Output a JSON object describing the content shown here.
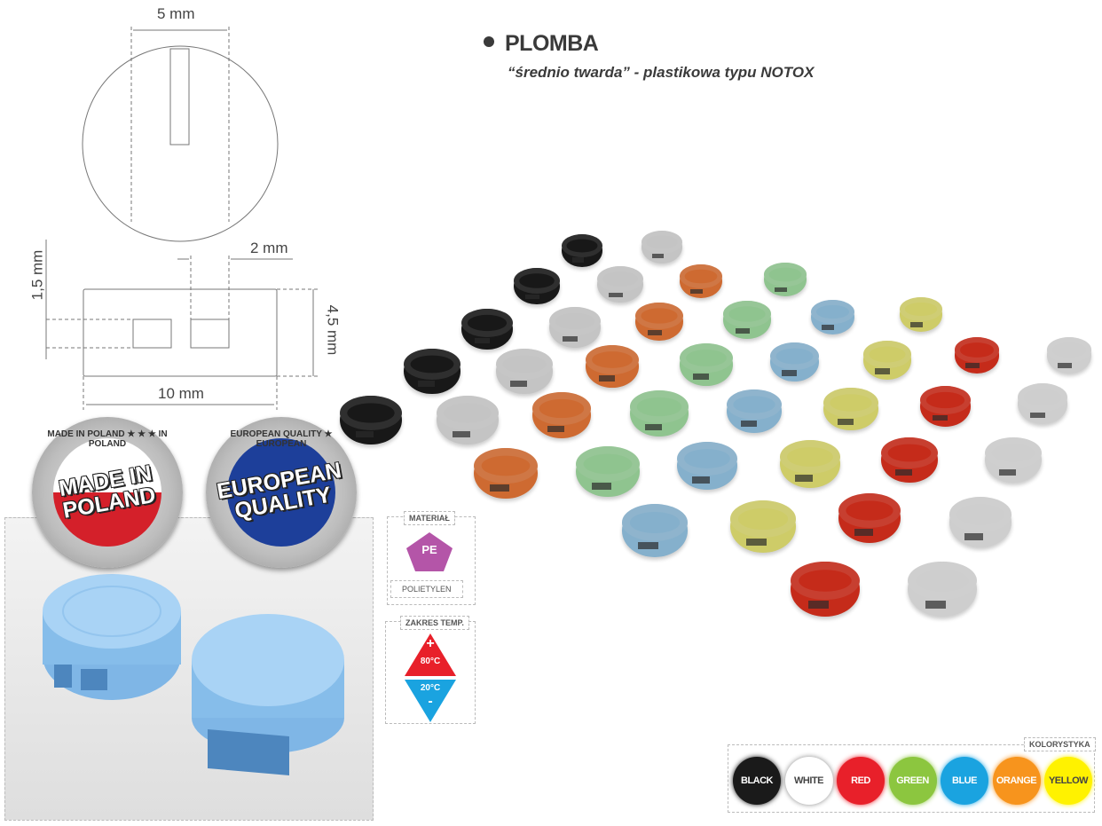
{
  "header": {
    "title": "PLOMBA",
    "subtitle": "“średnio twarda” - plastikowa typu NOTOX"
  },
  "dimensions": {
    "width_top": "5 mm",
    "slot": "2 mm",
    "height_small": "1,5 mm",
    "height": "4,5 mm",
    "width": "10 mm"
  },
  "badges": [
    {
      "ring": "MADE IN POLAND ★ ★ ★ IN POLAND",
      "main": "MADE IN POLAND"
    },
    {
      "ring": "EUROPEAN QUALITY ★ EUROPEAN",
      "main": "EUROPEAN QUALITY"
    }
  ],
  "material": {
    "label": "MATERIAŁ",
    "code": "PE",
    "name": "POLIETYLEN",
    "color": "#b455a8"
  },
  "temperature": {
    "label": "ZAKRES TEMP.",
    "max_sign": "+",
    "max": "80°C",
    "min": "20°C",
    "min_sign": "-",
    "hot_color": "#e8202a",
    "cold_color": "#1aa3e0"
  },
  "palette": {
    "label": "KOLORYSTYKA",
    "colors": [
      {
        "name": "BLACK",
        "hex": "#1a1a1a",
        "text": "#ffffff"
      },
      {
        "name": "WHITE",
        "hex": "#ffffff",
        "text": "#444444"
      },
      {
        "name": "RED",
        "hex": "#e8202a",
        "text": "#ffffff"
      },
      {
        "name": "GREEN",
        "hex": "#8cc63f",
        "text": "#ffffff"
      },
      {
        "name": "BLUE",
        "hex": "#1aa3e0",
        "text": "#ffffff"
      },
      {
        "name": "ORANGE",
        "hex": "#f7941d",
        "text": "#ffffff"
      },
      {
        "name": "YELLOW",
        "hex": "#fff200",
        "text": "#444444"
      }
    ]
  },
  "seal_colors": {
    "black": "#1c1c1c",
    "white": "#e6e6e6",
    "orange": "#f27d3a",
    "green": "#a8e6a8",
    "blue": "#9ccff0",
    "yellow": "#f2f07a",
    "red": "#e8321e",
    "white2": "#f2f2f2"
  }
}
